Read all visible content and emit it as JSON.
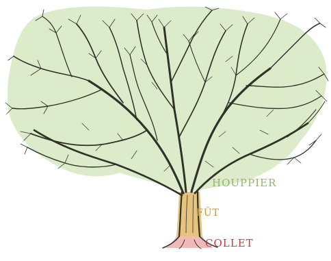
{
  "labels": {
    "crown": "HOUPPIER",
    "trunk": "FÛT",
    "collar": "COLLET"
  },
  "colors": {
    "crown_zone": "#dcebc9",
    "trunk_zone": "#e6c47f",
    "collar_zone": "#f2b9b9",
    "crown_text": "#8fb86a",
    "trunk_text": "#c9962a",
    "collar_text": "#c43a3a",
    "branch": "#2f3327"
  }
}
